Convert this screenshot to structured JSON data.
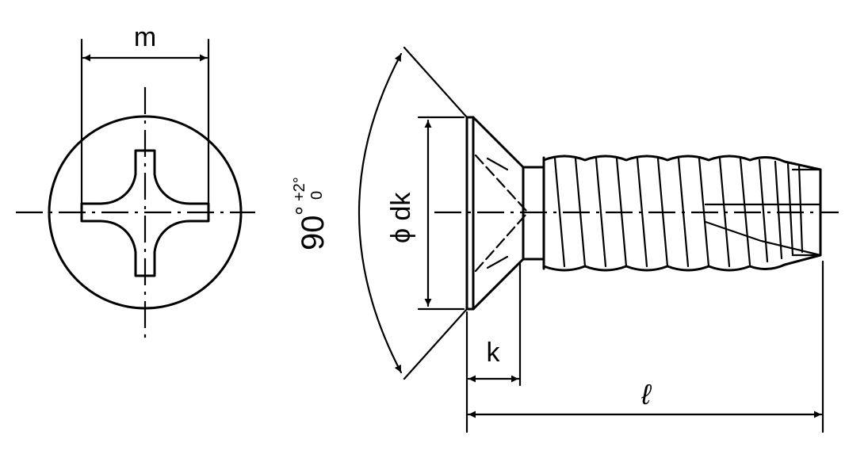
{
  "labels": {
    "m": "m",
    "angle": "90",
    "angle_degree": "°",
    "angle_upper_tol": "+2°",
    "angle_lower_tol": "0",
    "head_diameter": "ϕ dk",
    "head_height": "k",
    "length": "ℓ"
  },
  "colors": {
    "line": "#000000",
    "background": "#ffffff"
  }
}
